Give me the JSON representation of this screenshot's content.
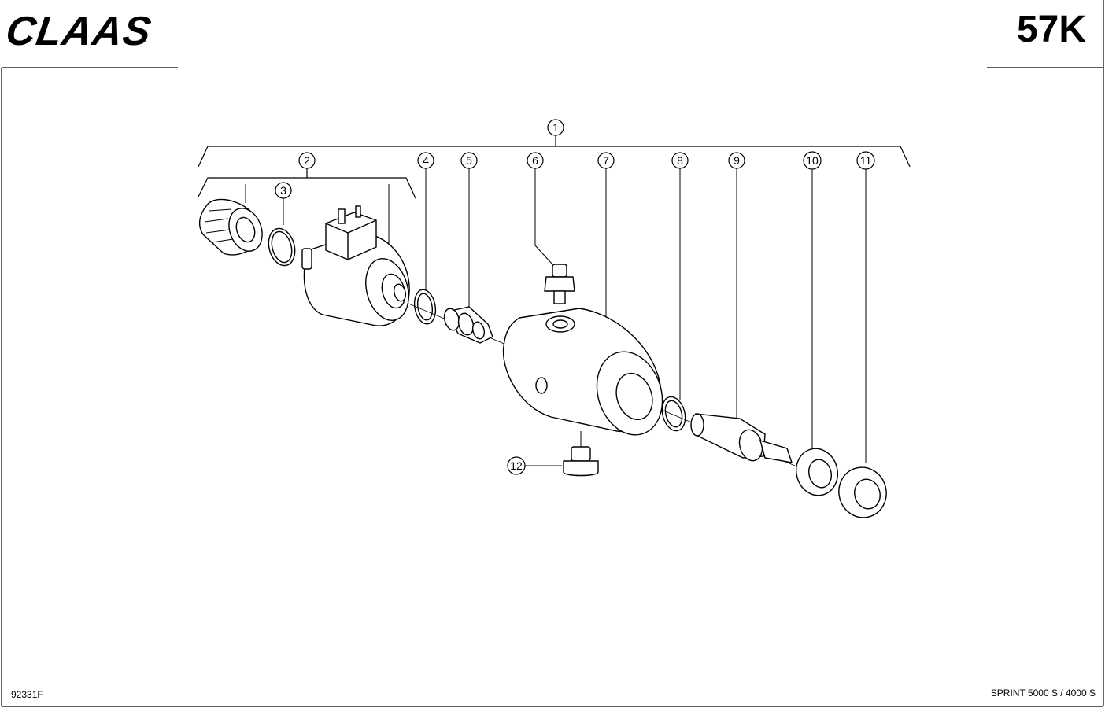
{
  "header": {
    "brand": "CLAAS",
    "page_code": "57K"
  },
  "footer": {
    "drawing_number": "92331F",
    "model": "SPRINT 5000 S / 4000 S"
  },
  "callouts": [
    "1",
    "2",
    "3",
    "4",
    "5",
    "6",
    "7",
    "8",
    "9",
    "10",
    "11",
    "12"
  ]
}
